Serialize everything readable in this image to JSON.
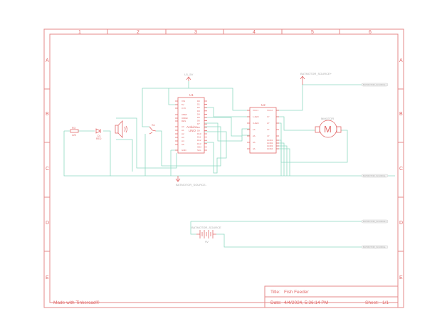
{
  "columns": [
    "1",
    "2",
    "3",
    "4",
    "5",
    "6"
  ],
  "rows": [
    "A",
    "B",
    "C",
    "D",
    "E"
  ],
  "title_block": {
    "title_label": "Title:",
    "title": "Fish Feeder",
    "date_label": "Date:",
    "date": "4/4/2024, 5:36:14 PM",
    "sheet_label": "Sheet:",
    "sheet": "1/1"
  },
  "credit": "Made with Tinkercad®",
  "components": {
    "u1": {
      "ref": "U1",
      "name1": "Arduino",
      "name2": "UNO",
      "left_pins": [
        "VIN",
        "5V",
        "3.3V",
        "AREF",
        "IOREF",
        "RES",
        "A0",
        "A1",
        "A2",
        "A3",
        "A4",
        "A5",
        "GND"
      ],
      "right_pins": [
        "D0",
        "D1",
        "D2",
        "D3",
        "D4",
        "D5",
        "D6",
        "D7",
        "D8",
        "D9",
        "D10",
        "D11",
        "D12",
        "D13",
        "SDA",
        "SCL"
      ]
    },
    "u2": {
      "ref": "U2",
      "left_pins": [
        "VCC1",
        "1-2EN",
        "3-4EN",
        "1A",
        "2A",
        "3A",
        "4A"
      ],
      "right_pins": [
        "VCC2",
        "1Y",
        "2Y",
        "3Y",
        "4Y",
        "GND1",
        "GND2",
        "GND3",
        "GND4"
      ]
    },
    "r3": {
      "ref": "R3",
      "value": "220"
    },
    "led": {
      "ref": "D1",
      "value": "RED"
    },
    "s1": {
      "ref": "S1"
    },
    "motor": {
      "ref": "MMOTOR",
      "symbol": "M"
    },
    "battery": {
      "ref": "BATMOTOR_SOURCE",
      "value": "9V"
    }
  },
  "net_labels": {
    "u1_5v": "U1_5V",
    "bat_plus": "BATMOTOR_SOURCE+",
    "bat_minus": "BATMOTOR_SOURCE-",
    "port1": "BATMOTOR_SOURCE+",
    "port2": "BATMOTOR_SOURCE-",
    "port3": "BATMOTOR_SOURCE+",
    "port4": "BATMOTOR_SOURCE-"
  }
}
